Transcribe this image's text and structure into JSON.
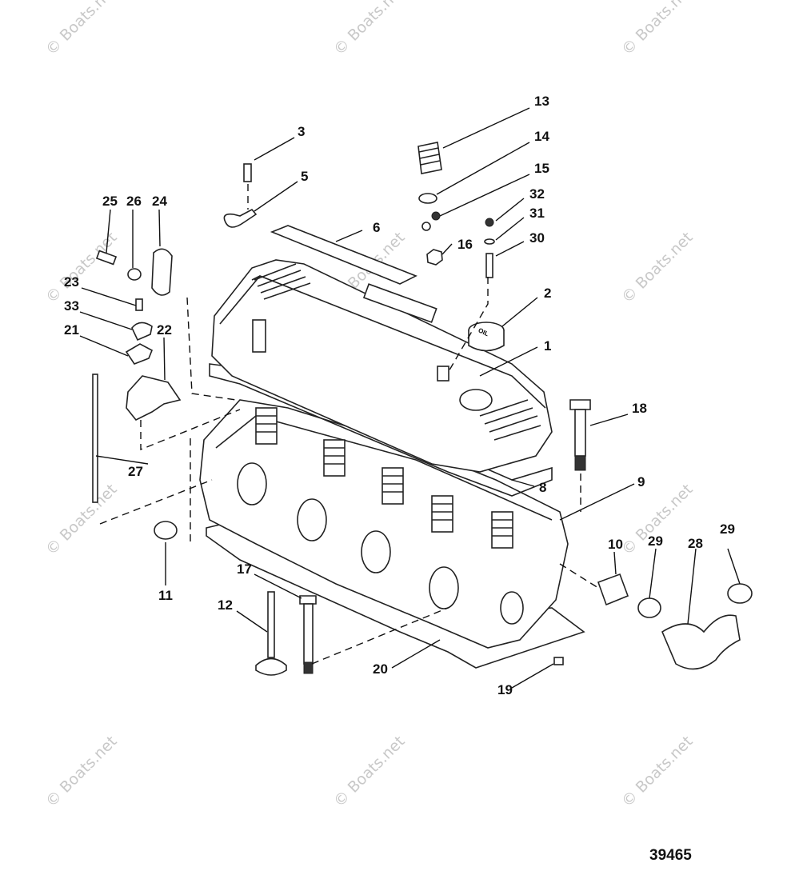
{
  "figure_number": "39465",
  "watermark": "© Boats.net",
  "callouts": [
    {
      "id": "c13",
      "text": "13"
    },
    {
      "id": "c14",
      "text": "14"
    },
    {
      "id": "c15",
      "text": "15"
    },
    {
      "id": "c3",
      "text": "3"
    },
    {
      "id": "c5",
      "text": "5"
    },
    {
      "id": "c32",
      "text": "32"
    },
    {
      "id": "c31",
      "text": "31"
    },
    {
      "id": "c30",
      "text": "30"
    },
    {
      "id": "c25",
      "text": "25"
    },
    {
      "id": "c26",
      "text": "26"
    },
    {
      "id": "c24",
      "text": "24"
    },
    {
      "id": "c6",
      "text": "6"
    },
    {
      "id": "c16",
      "text": "16"
    },
    {
      "id": "c23",
      "text": "23"
    },
    {
      "id": "c33",
      "text": "33"
    },
    {
      "id": "c2",
      "text": "2"
    },
    {
      "id": "c21",
      "text": "21"
    },
    {
      "id": "c22",
      "text": "22"
    },
    {
      "id": "c1",
      "text": "1"
    },
    {
      "id": "c18",
      "text": "18"
    },
    {
      "id": "c27",
      "text": "27"
    },
    {
      "id": "c8",
      "text": "8"
    },
    {
      "id": "c9",
      "text": "9"
    },
    {
      "id": "c10",
      "text": "10"
    },
    {
      "id": "c29a",
      "text": "29"
    },
    {
      "id": "c28",
      "text": "28"
    },
    {
      "id": "c29b",
      "text": "29"
    },
    {
      "id": "c11",
      "text": "11"
    },
    {
      "id": "c17",
      "text": "17"
    },
    {
      "id": "c12",
      "text": "12"
    },
    {
      "id": "c20",
      "text": "20"
    },
    {
      "id": "c19",
      "text": "19"
    }
  ],
  "oil_cap_text": "OIL"
}
